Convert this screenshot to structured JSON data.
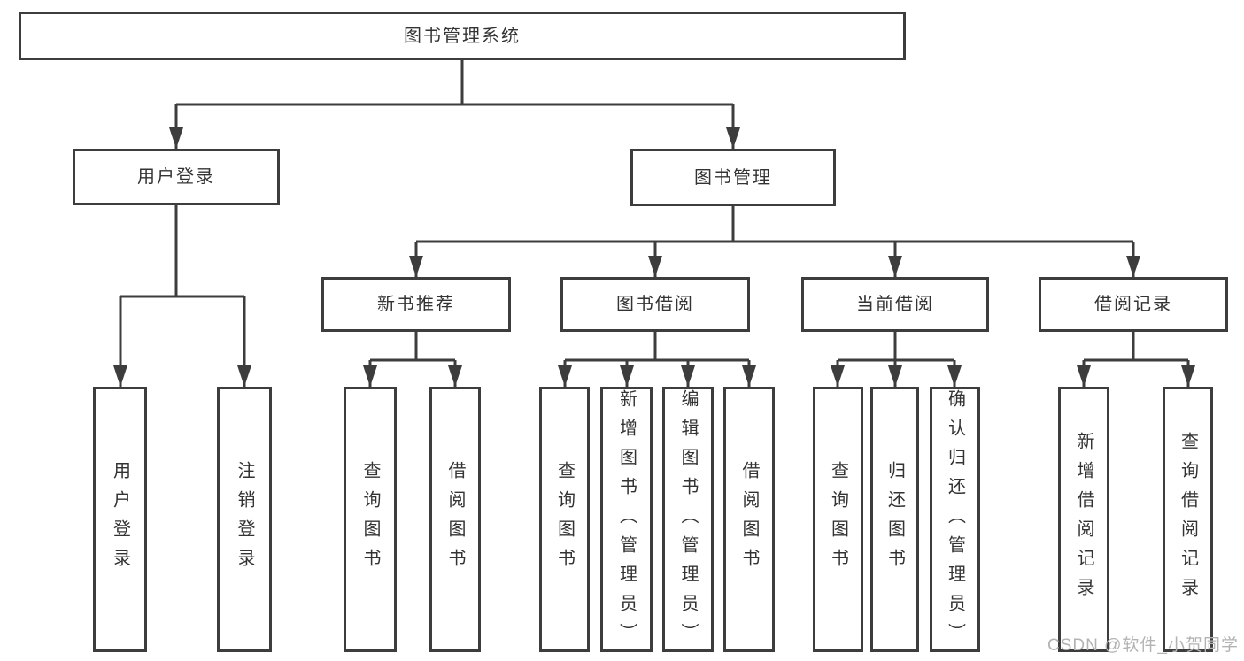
{
  "diagram": {
    "root": "图书管理系统",
    "user_login": {
      "label": "用户登录",
      "children": [
        "用户登录",
        "注销登录"
      ]
    },
    "book_mgmt": {
      "label": "图书管理",
      "sections": [
        {
          "label": "新书推荐",
          "children": [
            "查询图书",
            "借阅图书"
          ]
        },
        {
          "label": "图书借阅",
          "children": [
            "查询图书",
            "新增图书（管理员）",
            "编辑图书（管理员）",
            "借阅图书"
          ]
        },
        {
          "label": "当前借阅",
          "children": [
            "查询图书",
            "归还图书",
            "确认归还（管理员）"
          ]
        },
        {
          "label": "借阅记录",
          "children": [
            "新增借阅记录",
            "查询借阅记录"
          ]
        }
      ]
    }
  },
  "watermark": "CSDN @软件_小贺同学",
  "colors": {
    "line": "#3d3d3d",
    "text": "#333333",
    "watermark": "#b3b3b3",
    "background": "#ffffff"
  }
}
